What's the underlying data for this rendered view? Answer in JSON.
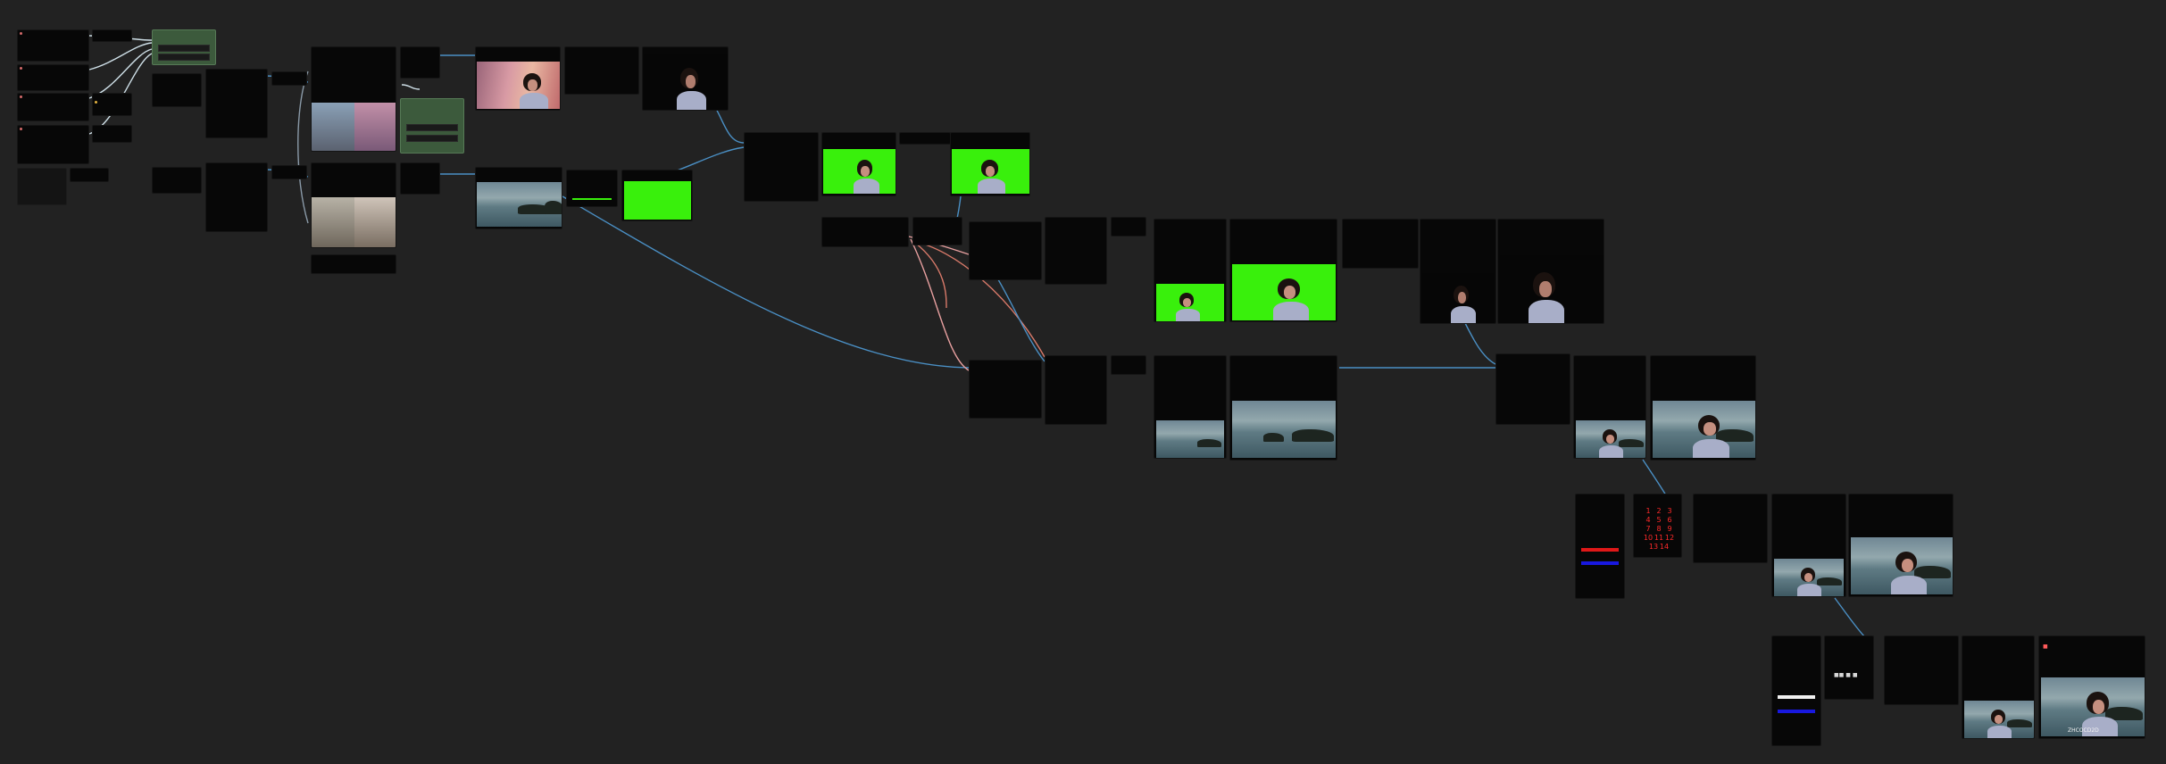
{
  "app": {
    "background": "#222222",
    "node_body": "#070707",
    "group_color": "#3c5a3c",
    "link_blue": "#4a8fc4",
    "link_red": "#d97a6a",
    "link_pink": "#e8a0a0",
    "link_gray": "#8a9aa8"
  },
  "nodes": {
    "frame_counter": {
      "numbers": [
        "1",
        "2",
        "3",
        "4",
        "5",
        "6",
        "7",
        "8",
        "9",
        "10",
        "11",
        "12",
        "13",
        "14"
      ]
    },
    "text_preview_2": {
      "label": "■■ ■ ■"
    },
    "final_preview": {
      "caption": "ZHCOCD2D"
    }
  }
}
